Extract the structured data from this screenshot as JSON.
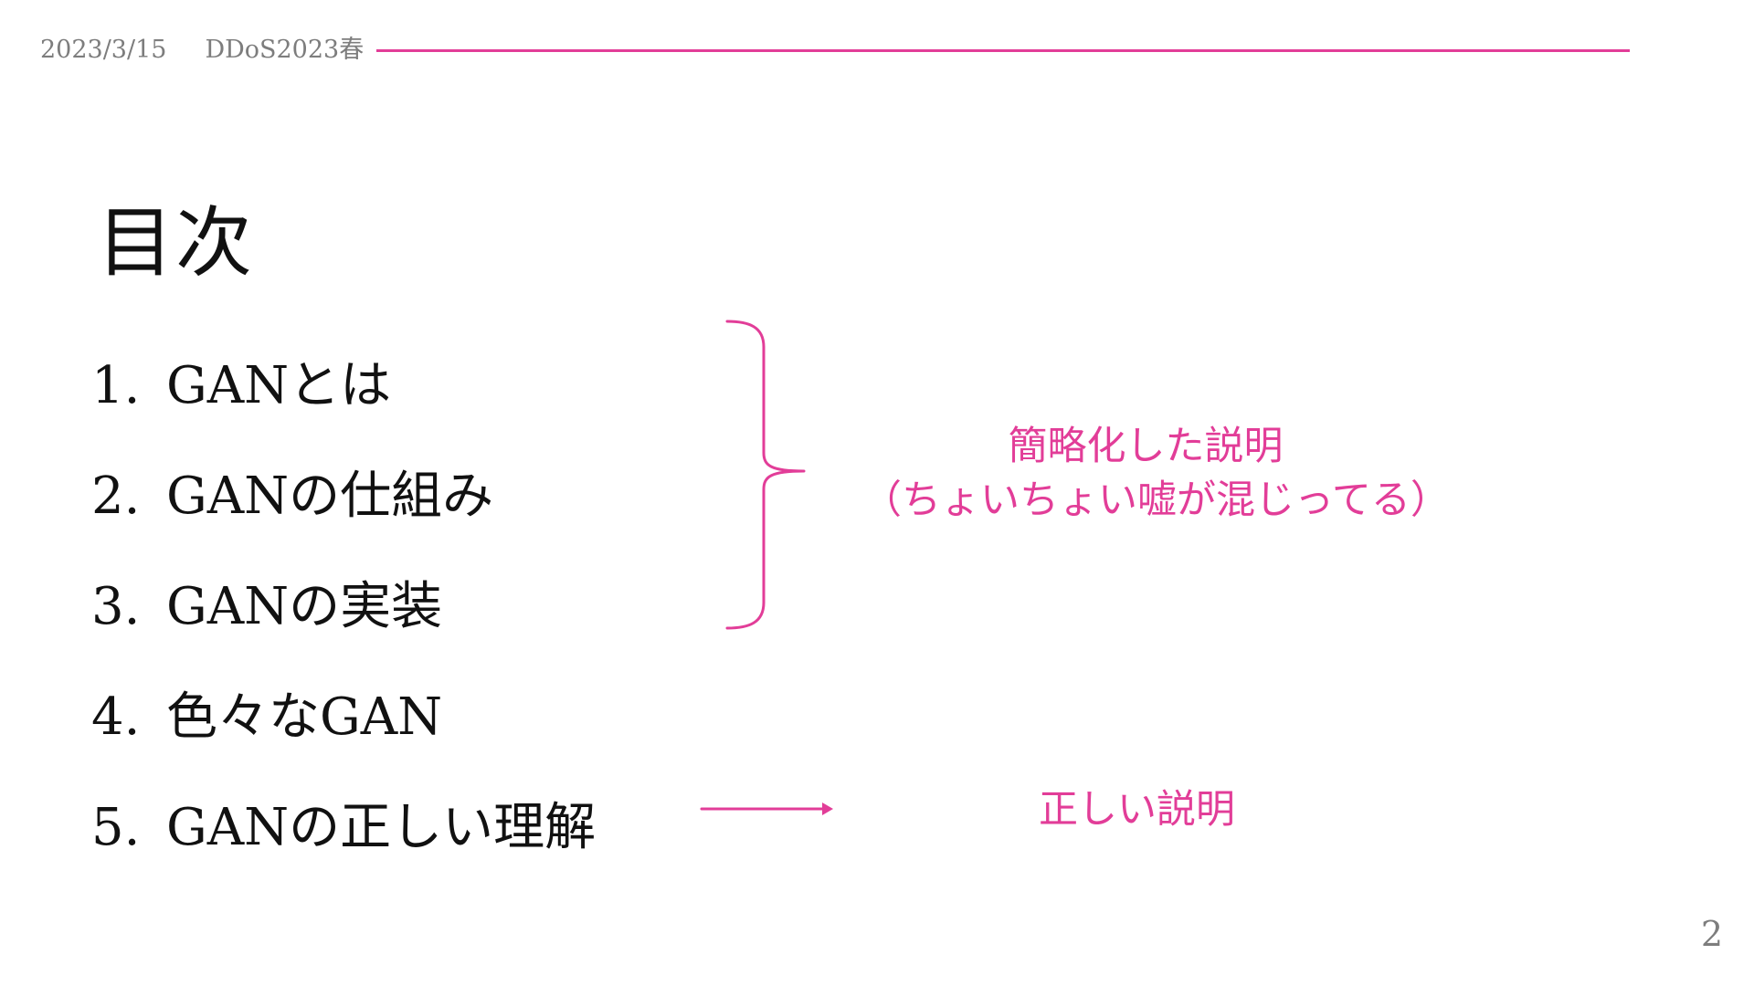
{
  "header": {
    "date": "2023/3/15",
    "event": "DDoS2023春"
  },
  "slide": {
    "title": "目次",
    "items": [
      {
        "number": "1.",
        "label": "GANとは"
      },
      {
        "number": "2.",
        "label": "GANの仕組み"
      },
      {
        "number": "3.",
        "label": "GANの実装"
      },
      {
        "number": "4.",
        "label": "色々なGAN"
      },
      {
        "number": "5.",
        "label": "GANの正しい理解"
      }
    ],
    "brace_note": {
      "line1": "簡略化した説明",
      "line2": "（ちょいちょい嘘が混じってる）"
    },
    "arrow_note": "正しい説明",
    "page_number": "2"
  },
  "colors": {
    "accent": "#e23d98",
    "muted": "#7d7d7d",
    "text": "#111111",
    "background": "#ffffff"
  }
}
